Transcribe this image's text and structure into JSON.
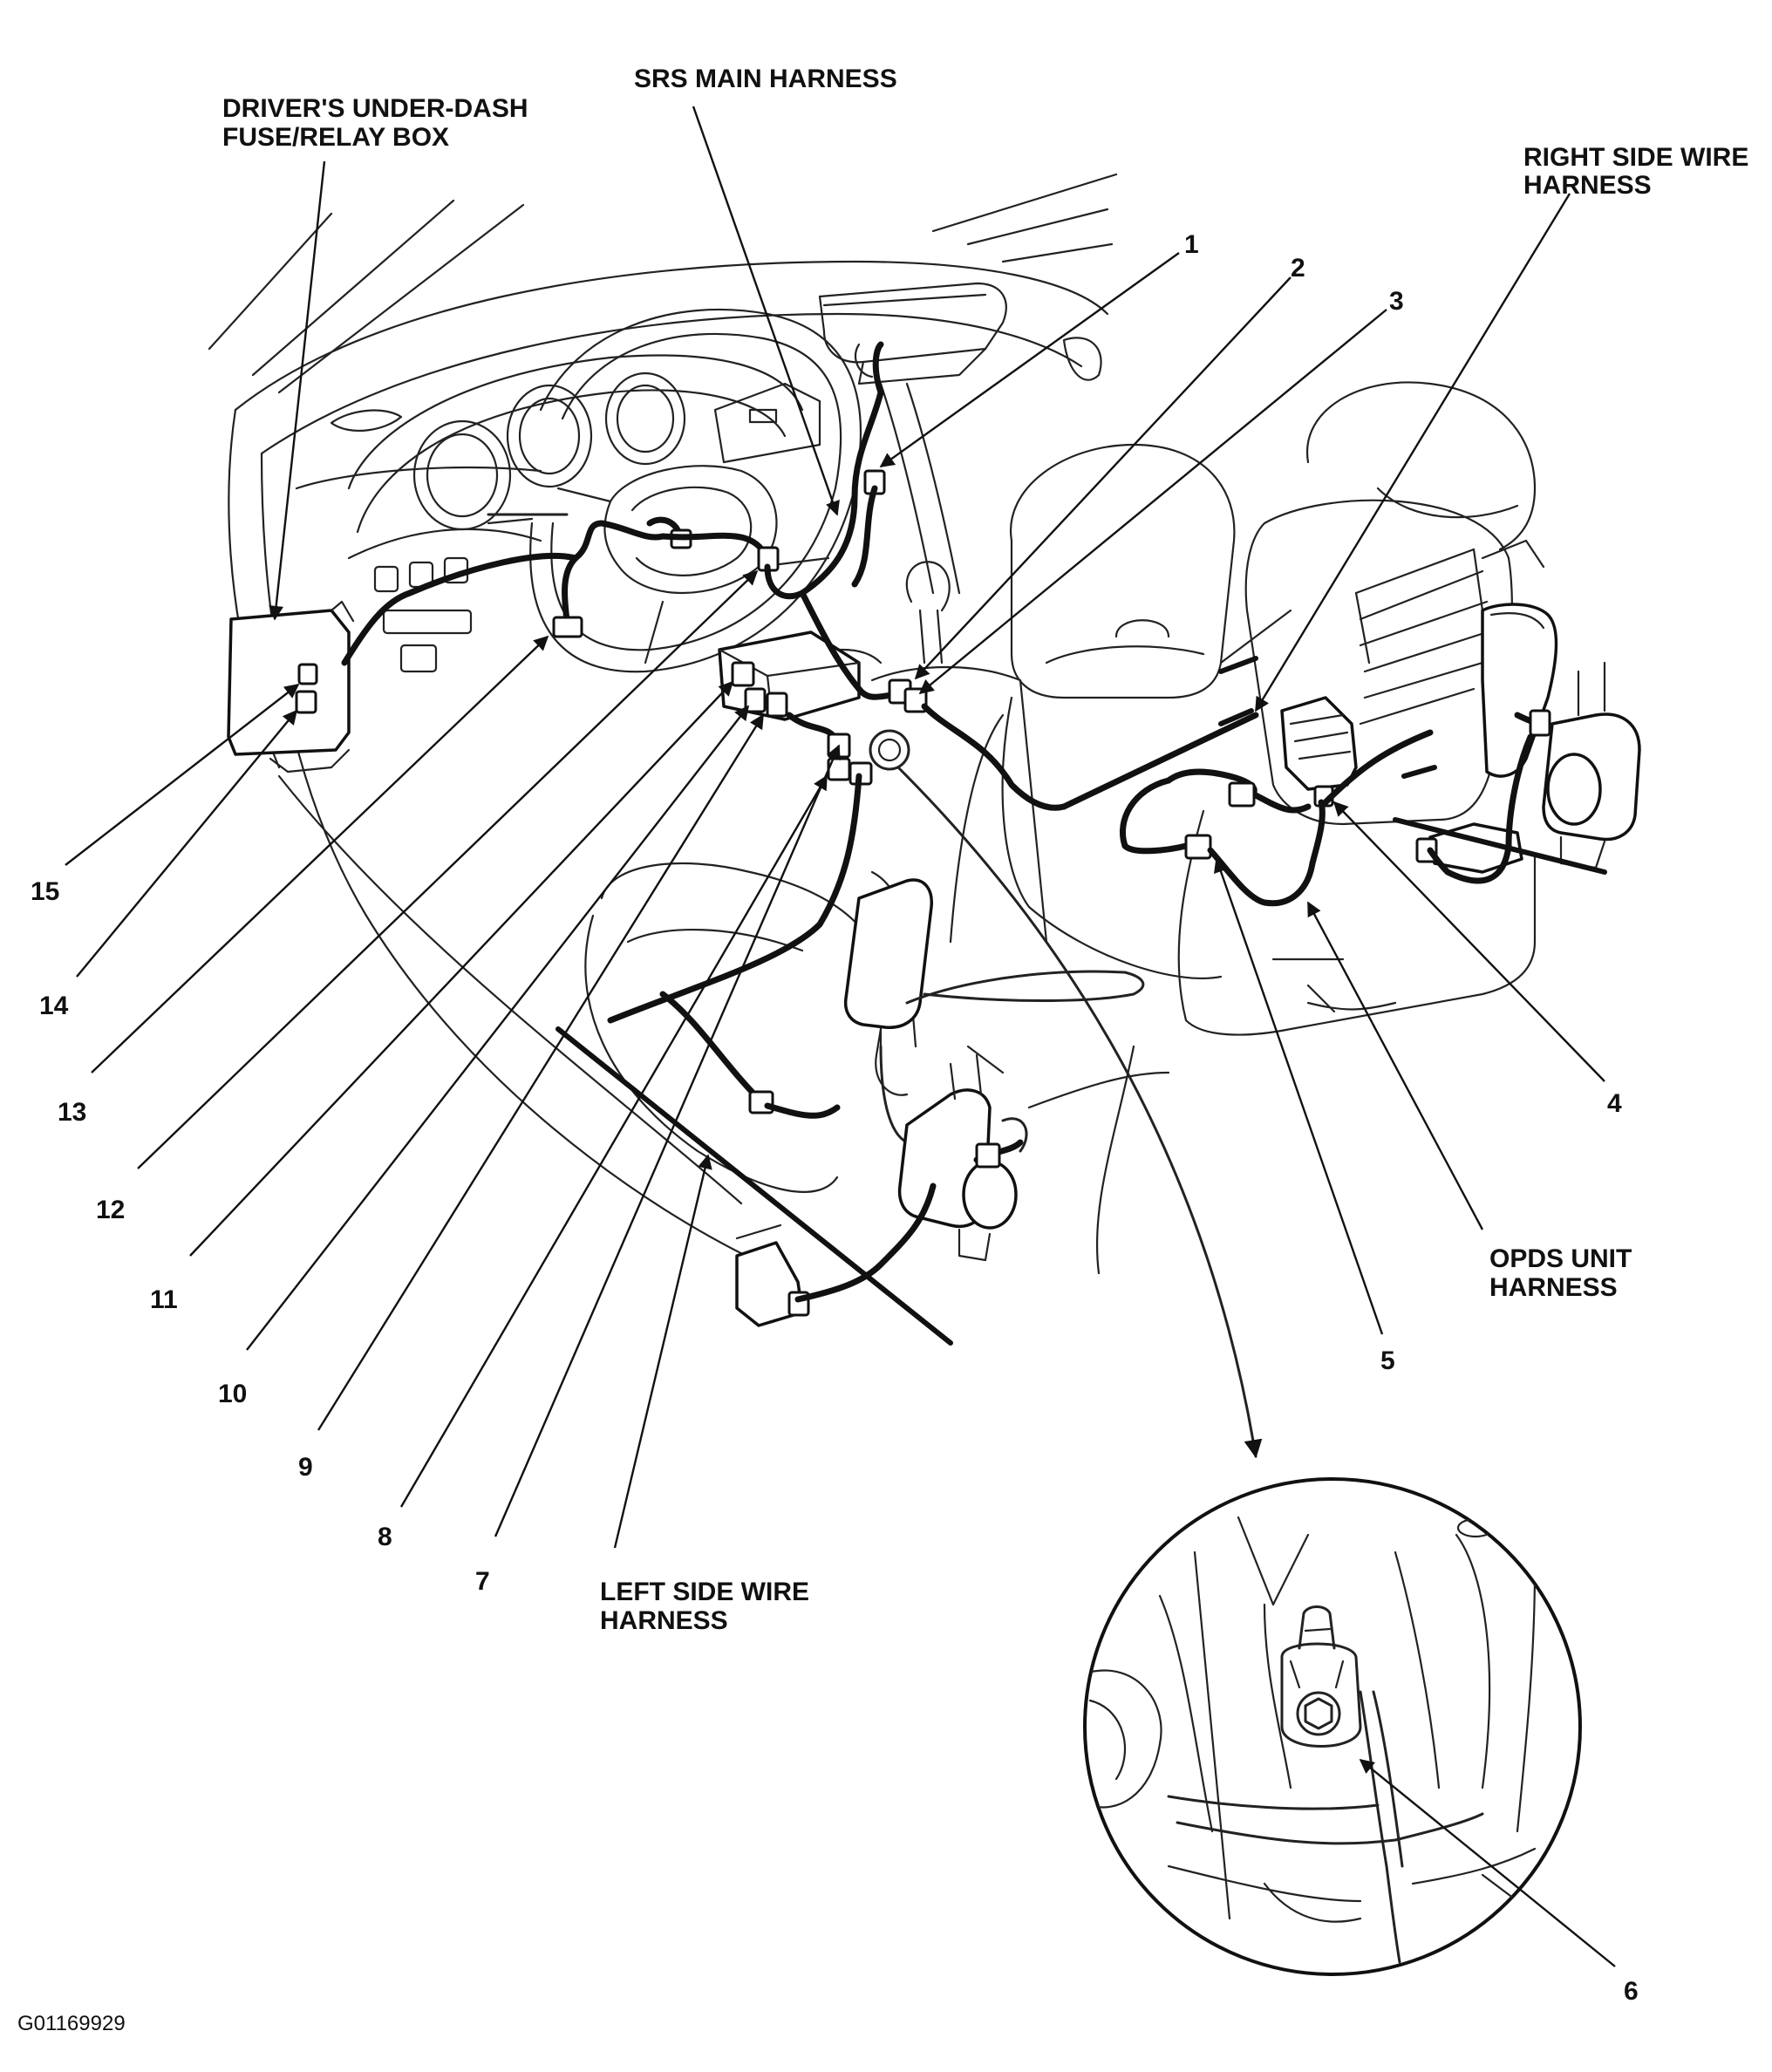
{
  "labels": {
    "srs_main_harness": "SRS MAIN HARNESS",
    "fuse_box_line1": "DRIVER'S UNDER-DASH",
    "fuse_box_line2": "FUSE/RELAY BOX",
    "right_harness_line1": "RIGHT SIDE WIRE",
    "right_harness_line2": "HARNESS",
    "opds_line1": "OPDS UNIT",
    "opds_line2": "HARNESS",
    "left_harness_line1": "LEFT SIDE WIRE",
    "left_harness_line2": "HARNESS"
  },
  "callouts": [
    "1",
    "2",
    "3",
    "4",
    "5",
    "6",
    "7",
    "8",
    "9",
    "10",
    "11",
    "12",
    "13",
    "14",
    "15"
  ],
  "figure_code": "G01169929",
  "colors": {
    "line": "#111111",
    "background": "#ffffff"
  }
}
